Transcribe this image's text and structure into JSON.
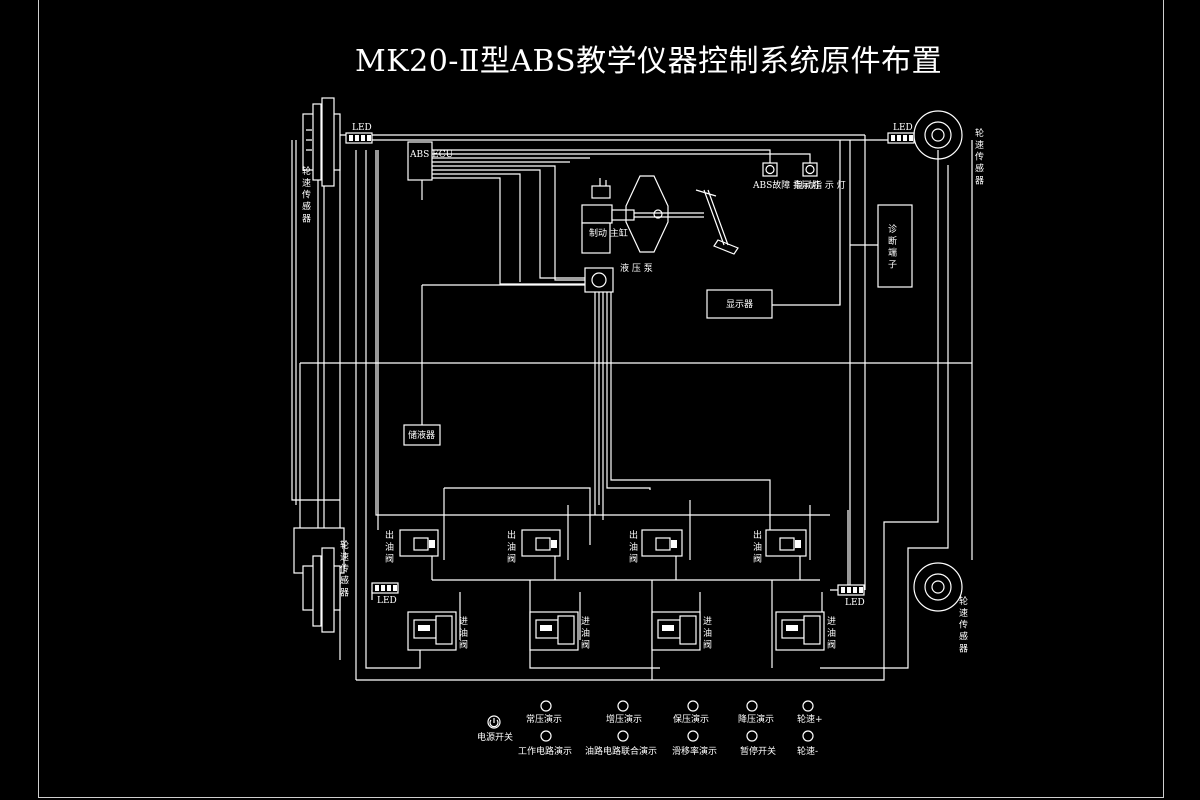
{
  "title": "MK20-Ⅱ型ABS教学仪器控制系统原件布置",
  "components": {
    "abs_ecu": "ABS ECU",
    "abs_warning_lamp": "ABS故障 指示灯",
    "brake_lamp": "制动指 示 灯",
    "brake_master_cylinder": "制动 主缸",
    "pump": "液 压 泵",
    "display": "显示器",
    "diagnostic_terminal": "诊 断 端 子",
    "accumulator": "储液器",
    "led": "LED",
    "wheel_speed_sensor": "轮 速 传 感 器",
    "outlet_valve": "出 油 阀",
    "inlet_valve": "进 油 阀"
  },
  "panel": {
    "power_switch": "电源开关",
    "normal_pressure_demo": "常压演示",
    "pressure_increase_demo": "增压演示",
    "pressure_hold_demo": "保压演示",
    "pressure_decrease_demo": "降压演示",
    "wheel_speed_plus": "轮速+",
    "working_circuit_demo": "工作电路演示",
    "oil_circuit_demo": "油路电路联合演示",
    "slip_rate_demo": "滑移率演示",
    "pause_switch": "暂停开关",
    "wheel_speed_minus": "轮速-"
  }
}
